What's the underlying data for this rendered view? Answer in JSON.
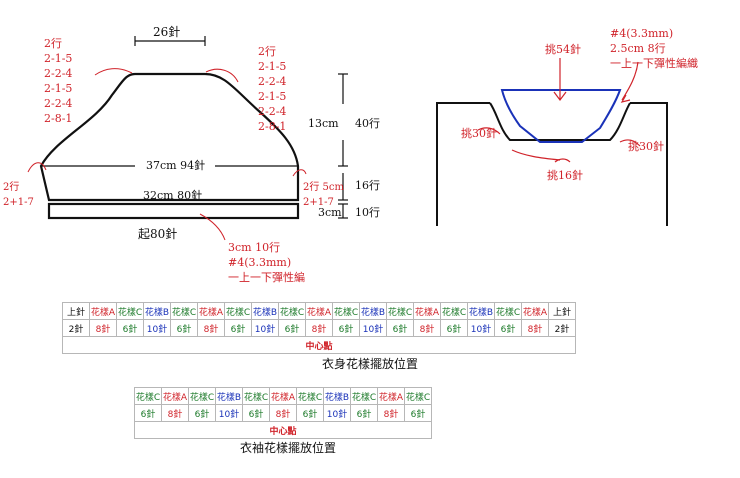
{
  "body_diagram": {
    "width_top": "26針",
    "left_shaping": [
      "2行",
      "2-1-5",
      "2-2-4",
      "2-1-5",
      "2-2-4",
      "2-8-1"
    ],
    "right_shaping": [
      "2行",
      "2-1-5",
      "2-2-4",
      "2-1-5",
      "2-2-4",
      "2-8-1"
    ],
    "yoke_height": "13cm",
    "yoke_rows": "40行",
    "wide_width": "37cm  94針",
    "side_left": [
      "2行",
      "2+1-7"
    ],
    "side_right": [
      "2行 5cm",
      "2+1-7"
    ],
    "side_height_rows": "16行",
    "mid_width": "32cm  80針",
    "rib_height": "3cm",
    "rib_rows": "10行",
    "cast_on": "起80針",
    "rib_note": [
      "3cm  10行",
      "#4(3.3mm)",
      "一上一下彈性編"
    ]
  },
  "neck_diagram": {
    "pick_center": "挑54針",
    "note": [
      "#4(3.3mm)",
      "2.5cm  8行",
      "一上一下彈性編織"
    ],
    "pick_left": "挑30針",
    "pick_right": "挑30針",
    "pick_bottom": "挑16針"
  },
  "body_chart": {
    "caption": "衣身花樣擺放位置",
    "center_label": "中心點",
    "cells": [
      {
        "top": "上針",
        "bottom": "2針",
        "c": "K"
      },
      {
        "top": "花樣A",
        "bottom": "8針",
        "c": "A"
      },
      {
        "top": "花樣C",
        "bottom": "6針",
        "c": "C"
      },
      {
        "top": "花樣B",
        "bottom": "10針",
        "c": "B"
      },
      {
        "top": "花樣C",
        "bottom": "6針",
        "c": "C"
      },
      {
        "top": "花樣A",
        "bottom": "8針",
        "c": "A"
      },
      {
        "top": "花樣C",
        "bottom": "6針",
        "c": "C"
      },
      {
        "top": "花樣B",
        "bottom": "10針",
        "c": "B"
      },
      {
        "top": "花樣C",
        "bottom": "6針",
        "c": "C"
      },
      {
        "top": "花樣A",
        "bottom": "8針",
        "c": "A"
      },
      {
        "top": "花樣C",
        "bottom": "6針",
        "c": "C"
      },
      {
        "top": "花樣B",
        "bottom": "10針",
        "c": "B"
      },
      {
        "top": "花樣C",
        "bottom": "6針",
        "c": "C"
      },
      {
        "top": "花樣A",
        "bottom": "8針",
        "c": "A"
      },
      {
        "top": "花樣C",
        "bottom": "6針",
        "c": "C"
      },
      {
        "top": "花樣B",
        "bottom": "10針",
        "c": "B"
      },
      {
        "top": "花樣C",
        "bottom": "6針",
        "c": "C"
      },
      {
        "top": "花樣A",
        "bottom": "8針",
        "c": "A"
      },
      {
        "top": "上針",
        "bottom": "2針",
        "c": "K"
      }
    ]
  },
  "sleeve_chart": {
    "caption": "衣袖花樣擺放位置",
    "center_label": "中心點",
    "cells": [
      {
        "top": "花樣C",
        "bottom": "6針",
        "c": "C"
      },
      {
        "top": "花樣A",
        "bottom": "8針",
        "c": "A"
      },
      {
        "top": "花樣C",
        "bottom": "6針",
        "c": "C"
      },
      {
        "top": "花樣B",
        "bottom": "10針",
        "c": "B"
      },
      {
        "top": "花樣C",
        "bottom": "6針",
        "c": "C"
      },
      {
        "top": "花樣A",
        "bottom": "8針",
        "c": "A"
      },
      {
        "top": "花樣C",
        "bottom": "6針",
        "c": "C"
      },
      {
        "top": "花樣B",
        "bottom": "10針",
        "c": "B"
      },
      {
        "top": "花樣C",
        "bottom": "6針",
        "c": "C"
      },
      {
        "top": "花樣A",
        "bottom": "8針",
        "c": "A"
      },
      {
        "top": "花樣C",
        "bottom": "6針",
        "c": "C"
      }
    ]
  }
}
